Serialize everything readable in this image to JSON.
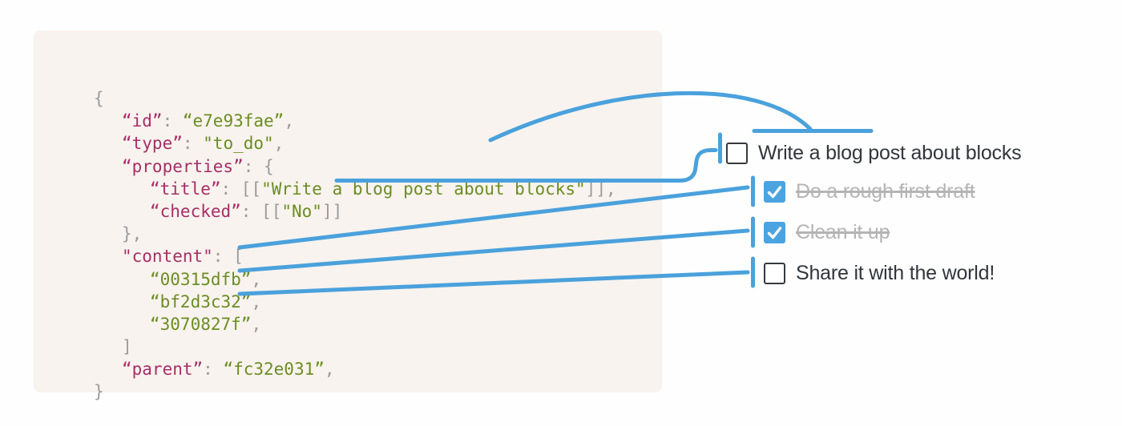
{
  "colors": {
    "page_bg": "#fefefe",
    "panel_bg": "#f8f3ee",
    "connector": "#4aa1dc",
    "key": "#a72e68",
    "string": "#6b8d23",
    "punctuation": "#9b9b9b",
    "todo_text": "#32363b",
    "todo_done_text": "#b4b4b4",
    "checkbox_checked_bg": "#4ba4df",
    "checkbox_border": "#36393d"
  },
  "code_panel": {
    "lines": [
      {
        "indent": 0,
        "tokens": [
          {
            "t": "{",
            "c": "pun"
          }
        ]
      },
      {
        "indent": 1,
        "tokens": [
          {
            "t": "“id”",
            "c": "key"
          },
          {
            "t": ": ",
            "c": "pun"
          },
          {
            "t": "“e7e93fae”",
            "c": "str"
          },
          {
            "t": ",",
            "c": "pun"
          }
        ]
      },
      {
        "indent": 1,
        "tokens": [
          {
            "t": "“type”",
            "c": "key"
          },
          {
            "t": ": ",
            "c": "pun"
          },
          {
            "t": "\"to_do\"",
            "c": "str"
          },
          {
            "t": ",",
            "c": "pun"
          }
        ]
      },
      {
        "indent": 1,
        "tokens": [
          {
            "t": "“properties”",
            "c": "key"
          },
          {
            "t": ": {",
            "c": "pun"
          }
        ]
      },
      {
        "indent": 2,
        "tokens": [
          {
            "t": "“title”",
            "c": "key"
          },
          {
            "t": ": [[",
            "c": "pun"
          },
          {
            "t": "\"Write a blog post about blocks\"",
            "c": "str"
          },
          {
            "t": "]],",
            "c": "pun"
          }
        ]
      },
      {
        "indent": 2,
        "tokens": [
          {
            "t": "“checked”",
            "c": "key"
          },
          {
            "t": ": [[",
            "c": "pun"
          },
          {
            "t": "\"No\"",
            "c": "str"
          },
          {
            "t": "]]",
            "c": "pun"
          }
        ]
      },
      {
        "indent": 1,
        "tokens": [
          {
            "t": "},",
            "c": "pun"
          }
        ]
      },
      {
        "indent": 1,
        "tokens": [
          {
            "t": "\"content\"",
            "c": "key"
          },
          {
            "t": ": [",
            "c": "pun"
          }
        ]
      },
      {
        "indent": 2,
        "tokens": [
          {
            "t": "“00315dfb”",
            "c": "str"
          },
          {
            "t": ",",
            "c": "pun"
          }
        ]
      },
      {
        "indent": 2,
        "tokens": [
          {
            "t": "“bf2d3c32”",
            "c": "str"
          },
          {
            "t": ",",
            "c": "pun"
          }
        ]
      },
      {
        "indent": 2,
        "tokens": [
          {
            "t": "“3070827f”",
            "c": "str"
          },
          {
            "t": ",",
            "c": "pun"
          }
        ]
      },
      {
        "indent": 1,
        "tokens": [
          {
            "t": "]",
            "c": "pun"
          }
        ]
      },
      {
        "indent": 1,
        "tokens": [
          {
            "t": "“parent”",
            "c": "key"
          },
          {
            "t": ": ",
            "c": "pun"
          },
          {
            "t": "“fc32e031”",
            "c": "str"
          },
          {
            "t": ",",
            "c": "pun"
          }
        ]
      },
      {
        "indent": 0,
        "tokens": [
          {
            "t": "}",
            "c": "pun"
          }
        ]
      }
    ]
  },
  "todo": {
    "items": [
      {
        "label": "Write a blog post about blocks",
        "checked": false
      },
      {
        "label": "Do a rough first draft",
        "checked": true
      },
      {
        "label": "Clean it up",
        "checked": true
      },
      {
        "label": "Share it with the world!",
        "checked": false
      }
    ]
  }
}
